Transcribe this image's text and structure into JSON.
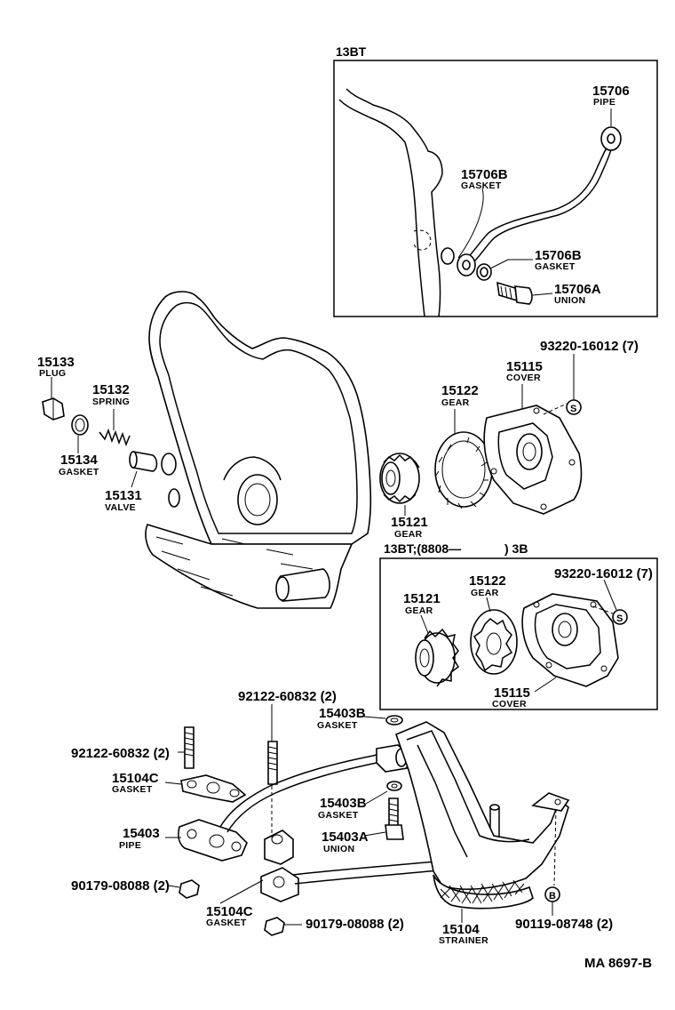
{
  "parts": {
    "p15706": {
      "number": "15706",
      "name": "PIPE"
    },
    "p15706b_1": {
      "number": "15706B",
      "name": "GASKET"
    },
    "p15706b_2": {
      "number": "15706B",
      "name": "GASKET"
    },
    "p15706a": {
      "number": "15706A",
      "name": "UNION"
    },
    "p15133": {
      "number": "15133",
      "name": "PLUG"
    },
    "p15132": {
      "number": "15132",
      "name": "SPRING"
    },
    "p15134": {
      "number": "15134",
      "name": "GASKET"
    },
    "p15131": {
      "number": "15131",
      "name": "VALVE"
    },
    "p15122_a": {
      "number": "15122",
      "name": "GEAR"
    },
    "p15115_a": {
      "number": "15115",
      "name": "COVER"
    },
    "p93220_a": {
      "number": "93220-16012 (7)"
    },
    "p15121_a": {
      "number": "15121",
      "name": "GEAR"
    },
    "p15121_b": {
      "number": "15121",
      "name": "GEAR"
    },
    "p15122_b": {
      "number": "15122",
      "name": "GEAR"
    },
    "p93220_b": {
      "number": "93220-16012 (7)"
    },
    "p15115_b": {
      "number": "15115",
      "name": "COVER"
    },
    "p92122_top": {
      "number": "92122-60832 (2)"
    },
    "p92122_left": {
      "number": "92122-60832 (2)"
    },
    "p15403b_1": {
      "number": "15403B",
      "name": "GASKET"
    },
    "p15104c_1": {
      "number": "15104C",
      "name": "GASKET"
    },
    "p15403b_2": {
      "number": "15403B",
      "name": "GASKET"
    },
    "p15403": {
      "number": "15403",
      "name": "PIPE"
    },
    "p15403a": {
      "number": "15403A",
      "name": "UNION"
    },
    "p90179_1": {
      "number": "90179-08088 (2)"
    },
    "p15104c_2": {
      "number": "15104C",
      "name": "GASKET"
    },
    "p90179_2": {
      "number": "90179-08088 (2)"
    },
    "p15104": {
      "number": "15104",
      "name": "STRAINER"
    },
    "p90119": {
      "number": "90119-08748 (2)"
    }
  },
  "insets": {
    "top": {
      "title": "13BT"
    },
    "middle": {
      "title": "13BT;(8808—",
      "title_suffix": ") 3B"
    }
  },
  "markers": {
    "s1": "S",
    "s2": "S",
    "b1": "B"
  },
  "footer": {
    "code": "MA  8697-B"
  }
}
